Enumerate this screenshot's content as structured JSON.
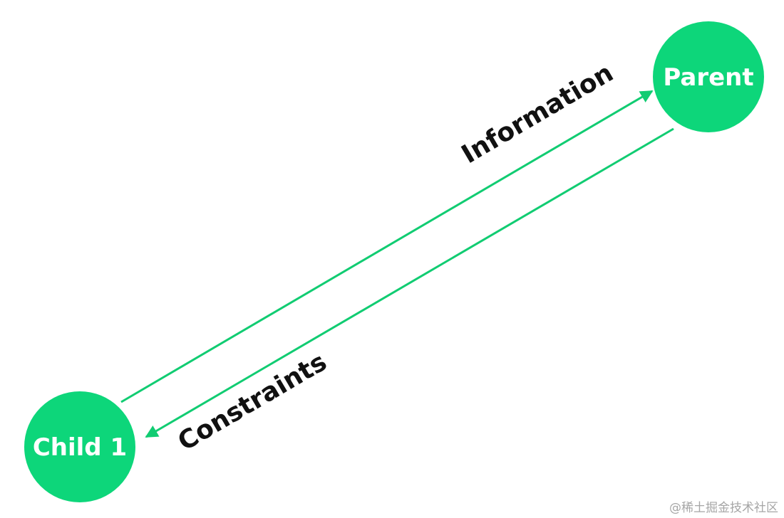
{
  "colors": {
    "node_fill": "#0dd67a",
    "edge_stroke": "#11cc72",
    "edge_label": "#111111",
    "node_text": "#ffffff"
  },
  "nodes": {
    "parent": {
      "label": "Parent"
    },
    "child": {
      "label": "Child 1"
    }
  },
  "edges": {
    "information": {
      "label": "Information",
      "from": "Child 1",
      "to": "Parent"
    },
    "constraints": {
      "label": "Constraints",
      "from": "Parent",
      "to": "Child 1"
    }
  },
  "watermark": "@稀土掘金技术社区"
}
